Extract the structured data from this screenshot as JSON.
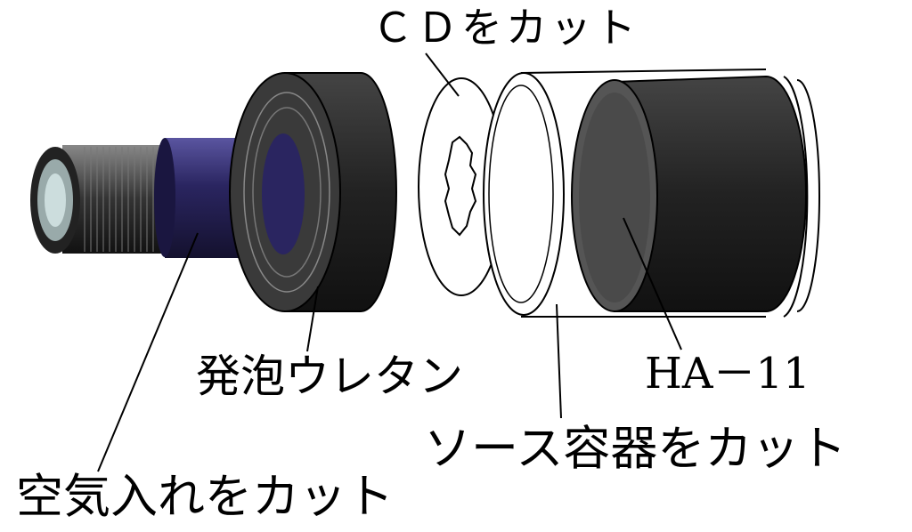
{
  "labels": {
    "cd_cut": "ＣＤをカット",
    "urethane_foam": "発泡ウレタン",
    "ha11": "HA－11",
    "source_container_cut": "ソース容器をカット",
    "air_pump_cut": "空気入れをカット"
  },
  "colors": {
    "foam": "#2b2b2b",
    "tube": "#2a2560",
    "ha11": "#1e1e1e"
  }
}
